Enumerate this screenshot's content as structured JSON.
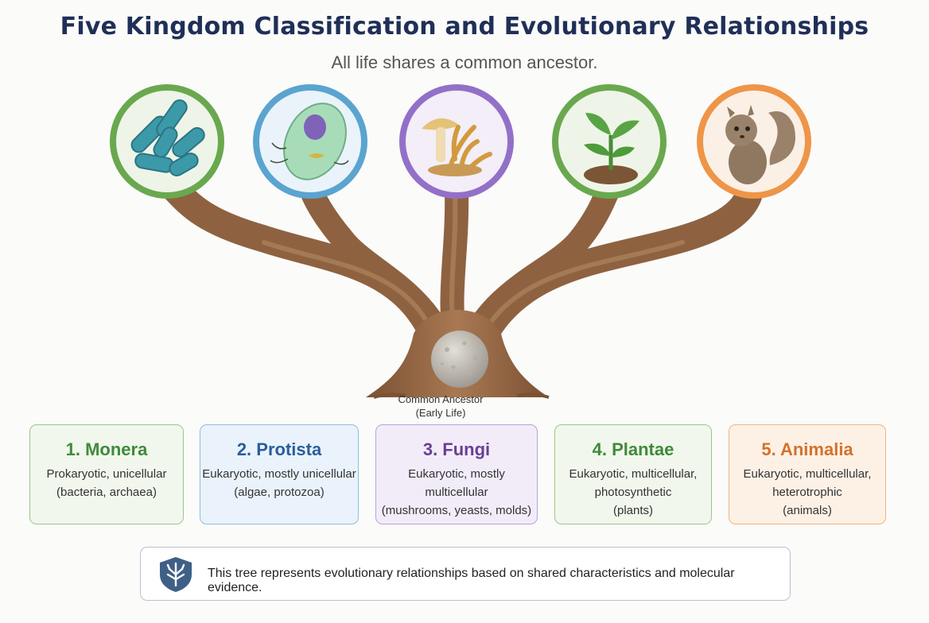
{
  "header": {
    "title": "Five Kingdom Classification and Evolutionary Relationships",
    "subtitle": "All life shares a common ancestor."
  },
  "ancestor": {
    "line1": "Common Ancestor",
    "line2": "(Early Life)"
  },
  "kingdoms": [
    {
      "name": "1. Monera",
      "line1": "Prokaryotic, unicellular",
      "line2": "(bacteria, archaea)",
      "line3": "",
      "color": "#3f8a3a",
      "icon": "bacteria-icon"
    },
    {
      "name": "2. Protista",
      "line1": "Eukaryotic, mostly unicellular",
      "line2": "(algae, protozoa)",
      "line3": "",
      "color": "#2a5d9c",
      "icon": "protist-cell-icon"
    },
    {
      "name": "3. Fungi",
      "line1": "Eukaryotic, mostly multicellular",
      "line2": "(mushrooms, yeasts, molds)",
      "line3": "",
      "color": "#6a3f92",
      "icon": "mushroom-icon"
    },
    {
      "name": "4. Plantae",
      "line1": "Eukaryotic, multicellular,",
      "line2": "photosynthetic",
      "line3": "(plants)",
      "color": "#3f8a3a",
      "icon": "sprout-icon"
    },
    {
      "name": "5. Animalia",
      "line1": "Eukaryotic, multicellular,",
      "line2": "heterotrophic",
      "line3": "(animals)",
      "color": "#d3722b",
      "icon": "squirrel-icon"
    }
  ],
  "footer": {
    "note": "This tree represents evolutionary relationships based on shared characteristics and molecular evidence.",
    "icon": "shield-tree-icon"
  }
}
